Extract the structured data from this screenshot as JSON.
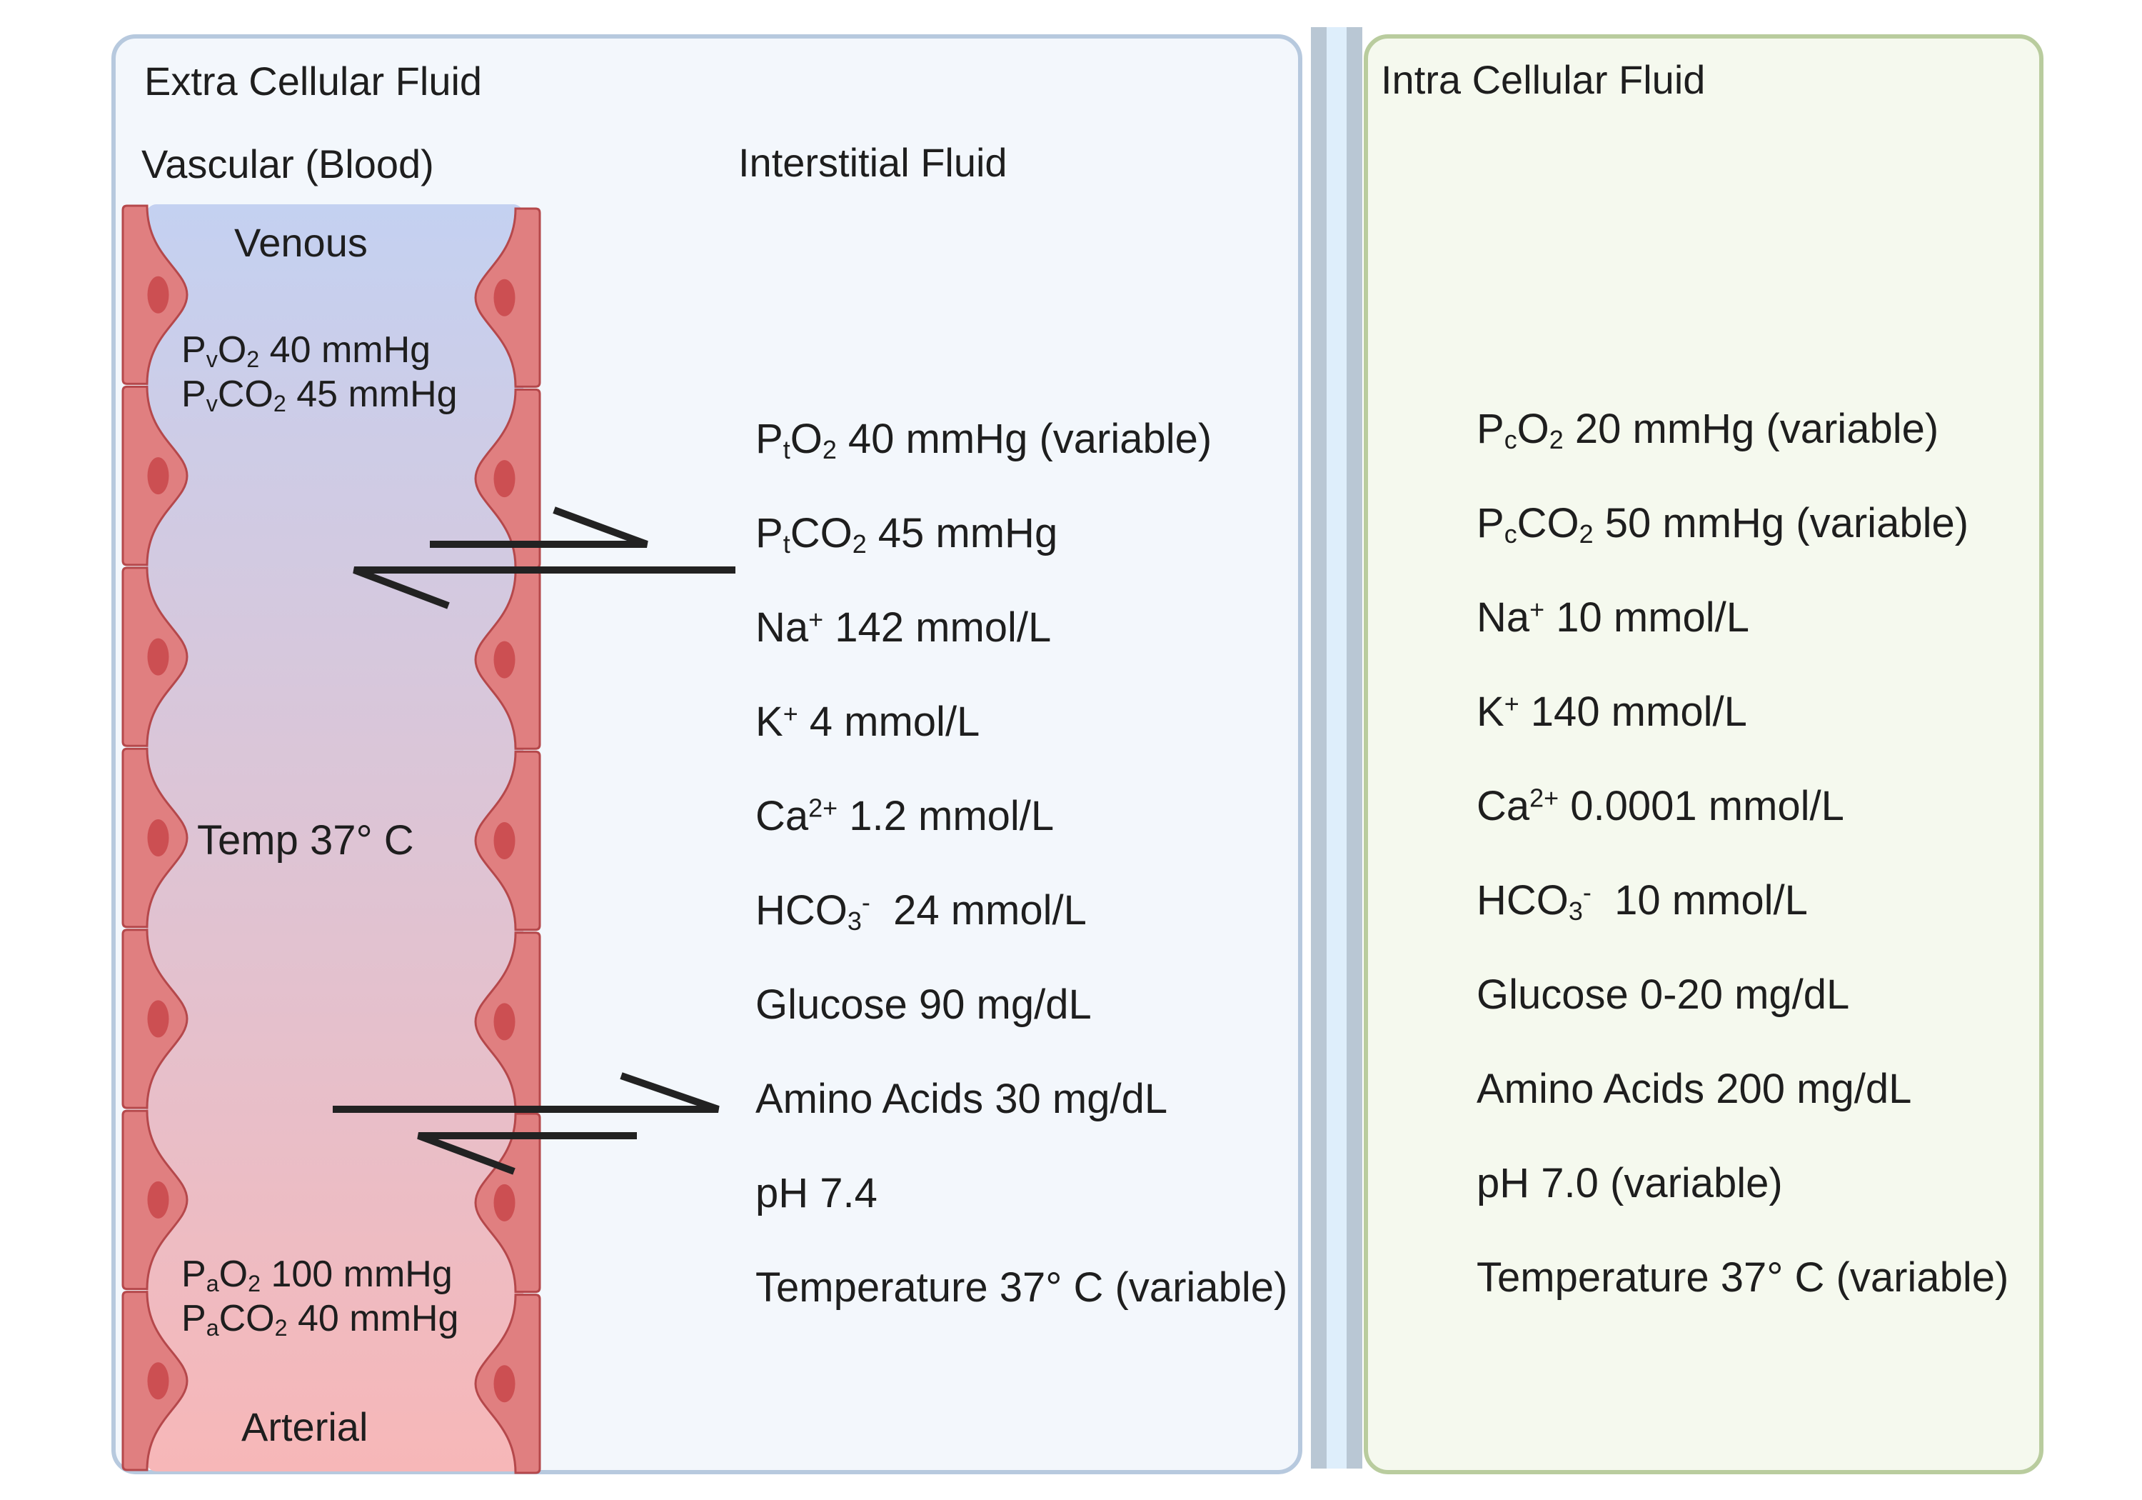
{
  "ecf": {
    "title": "Extra Cellular Fluid",
    "vascular_label": "Vascular (Blood)",
    "interstitial_label": "Interstitial Fluid",
    "venous": {
      "label": "Venous",
      "po2": {
        "p": "P",
        "sub": "v",
        "rest": "O",
        "sub2": "2",
        "val": " 40 mmHg"
      },
      "pco2": {
        "p": "P",
        "sub": "v",
        "rest": "CO",
        "sub2": "2",
        "val": " 45 mmHg"
      }
    },
    "temp_label": "Temp 37° C",
    "arterial": {
      "label": "Arterial",
      "po2": {
        "p": "P",
        "sub": "a",
        "rest": "O",
        "sub2": "2",
        "val": " 100 mmHg"
      },
      "pco2": {
        "p": "P",
        "sub": "a",
        "rest": "CO",
        "sub2": "2",
        "val": " 40 mmHg"
      }
    },
    "interstitial": {
      "po2": {
        "p": "P",
        "sub": "t",
        "rest": "O",
        "sub2": "2",
        "val": " 40 mmHg (variable)"
      },
      "pco2": {
        "p": "P",
        "sub": "t",
        "rest": "CO",
        "sub2": "2",
        "val": " 45 mmHg"
      },
      "na": {
        "ion": "Na",
        "sup": "+",
        "val": " 142 mmol/L"
      },
      "k": {
        "ion": "K",
        "sup": "+",
        "val": " 4 mmol/L"
      },
      "ca": {
        "ion": "Ca",
        "sup": "2+",
        "val": " 1.2 mmol/L"
      },
      "hco3": {
        "ion": "HCO",
        "sub": "3",
        "sup": "-",
        "val": "  24 mmol/L"
      },
      "glucose": "Glucose 90 mg/dL",
      "amino": "Amino Acids 30 mg/dL",
      "ph": "pH 7.4",
      "temperature": "Temperature 37° C (variable)"
    }
  },
  "icf": {
    "title": "Intra Cellular Fluid",
    "po2": {
      "p": "P",
      "sub": "c",
      "rest": "O",
      "sub2": "2",
      "val": " 20 mmHg (variable)"
    },
    "pco2": {
      "p": "P",
      "sub": "c",
      "rest": "CO",
      "sub2": "2",
      "val": " 50 mmHg (variable)"
    },
    "na": {
      "ion": "Na",
      "sup": "+",
      "val": " 10 mmol/L"
    },
    "k": {
      "ion": "K",
      "sup": "+",
      "val": " 140 mmol/L"
    },
    "ca": {
      "ion": "Ca",
      "sup": "2+",
      "val": " 0.0001 mmol/L"
    },
    "hco3": {
      "ion": "HCO",
      "sub": "3",
      "sup": "-",
      "val": "  10 mmol/L"
    },
    "glucose": "Glucose 0-20 mg/dL",
    "amino": "Amino Acids 200 mg/dL",
    "ph": "pH 7.0 (variable)",
    "temperature": "Temperature 37° C (variable)"
  },
  "colors": {
    "venous_blue": "#c4d1f1",
    "arterial_pink": "#f7b7b8",
    "vessel_cell": "#e07f80",
    "cell_nucleus": "#cc4f52",
    "arrow": "#222222"
  }
}
